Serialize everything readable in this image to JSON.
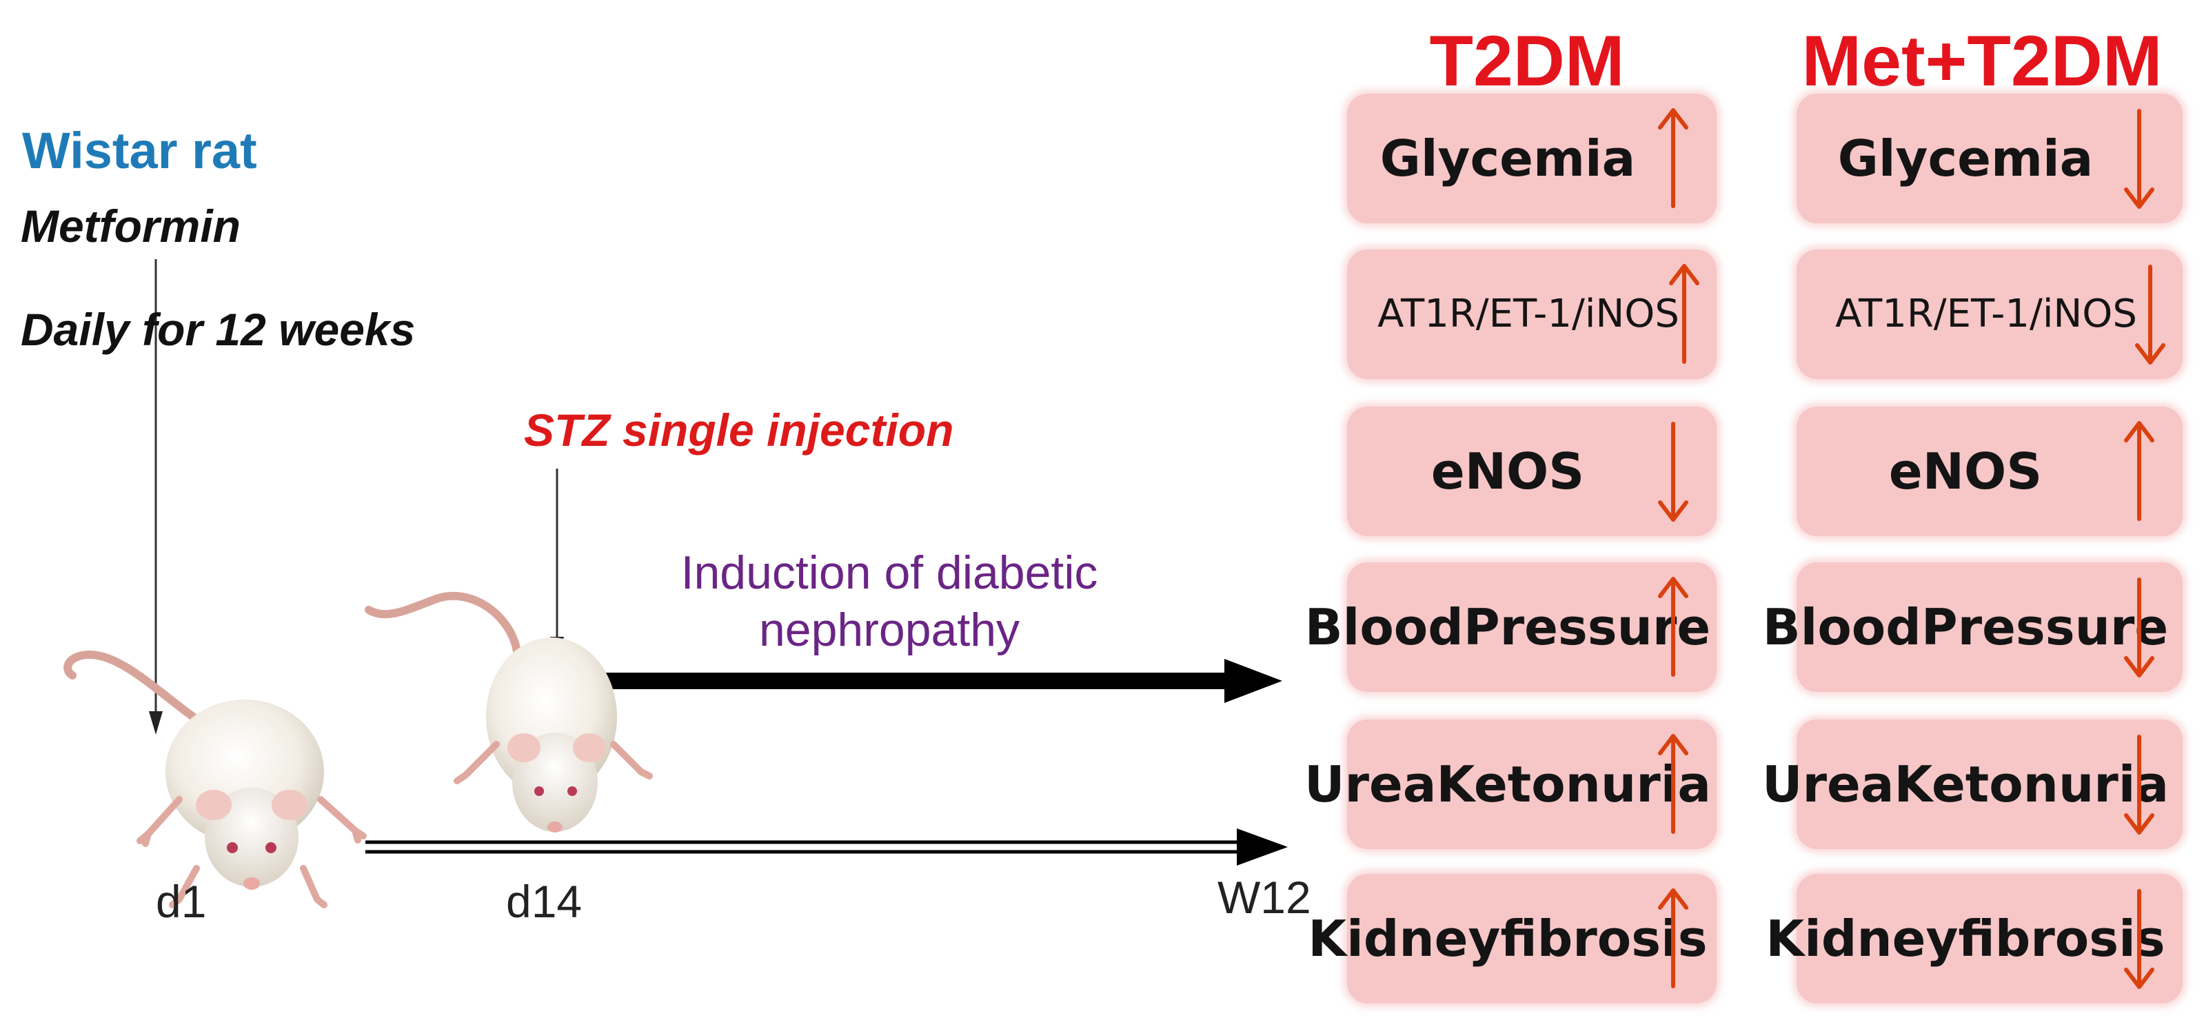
{
  "left_panel": {
    "animal": "Wistar rat",
    "drug": "Metformin",
    "dosing": "Daily  for 12 weeks",
    "injection": "STZ  single injection",
    "induction": "Induction  of diabetic nephropathy",
    "timepoints": {
      "start": "d1",
      "injection_day": "d14",
      "end": "W12"
    }
  },
  "groups": [
    {
      "title": "T2DM",
      "cards": [
        {
          "lines": [
            "Glycemia"
          ],
          "direction": "up"
        },
        {
          "lines": [
            "AT1R/ET-1/iNOS"
          ],
          "direction": "up"
        },
        {
          "lines": [
            "eNOS"
          ],
          "direction": "down"
        },
        {
          "lines": [
            "Blood",
            "Pressure"
          ],
          "direction": "up"
        },
        {
          "lines": [
            "Urea",
            "Ketonuria"
          ],
          "direction": "up"
        },
        {
          "lines": [
            "Kidney",
            "fibrosis"
          ],
          "direction": "up"
        }
      ]
    },
    {
      "title": "Met+T2DM",
      "cards": [
        {
          "lines": [
            "Glycemia"
          ],
          "direction": "down"
        },
        {
          "lines": [
            "AT1R/ET-1/iNOS"
          ],
          "direction": "down"
        },
        {
          "lines": [
            "eNOS"
          ],
          "direction": "up"
        },
        {
          "lines": [
            "Blood",
            "Pressure"
          ],
          "direction": "down"
        },
        {
          "lines": [
            "Urea",
            "Ketonuria"
          ],
          "direction": "down"
        },
        {
          "lines": [
            "Kidney",
            "fibrosis"
          ],
          "direction": "down"
        }
      ]
    }
  ],
  "colors": {
    "card_fill": "#f7c6c6",
    "trend_arrow": "#d9410f",
    "header": "#e4141c",
    "animal_label": "#1f7bb7",
    "injection_label": "#dd1a1a",
    "induction_label": "#6a2585"
  }
}
